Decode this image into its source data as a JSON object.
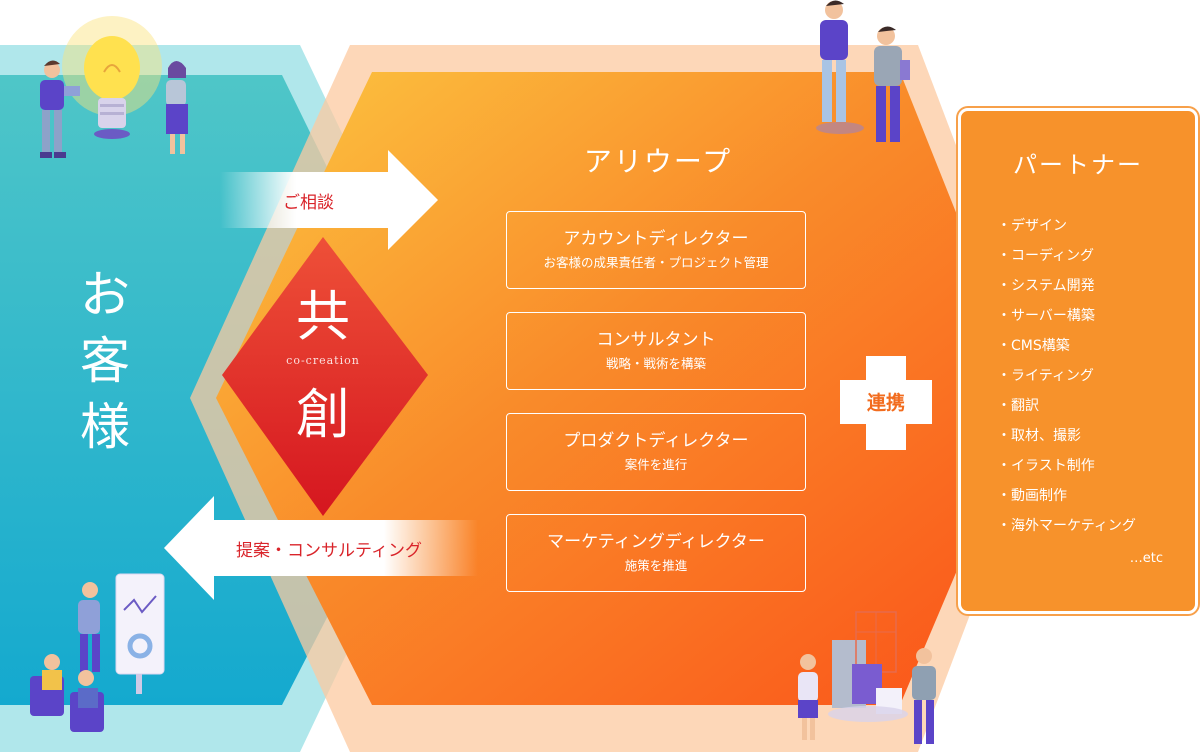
{
  "customer": {
    "label": "お客様"
  },
  "arrows": {
    "consult": "ご相談",
    "proposal": "提案・コンサルティング"
  },
  "cocreation": {
    "char1": "共",
    "char2": "創",
    "english": "co-creation"
  },
  "company": {
    "name": "アリウープ",
    "roles": [
      {
        "title": "アカウントディレクター",
        "desc": "お客様の成果責任者・プロジェクト管理"
      },
      {
        "title": "コンサルタント",
        "desc": "戦略・戦術を構築"
      },
      {
        "title": "プロダクトディレクター",
        "desc": "案件を進行"
      },
      {
        "title": "マーケティングディレクター",
        "desc": "施策を推進"
      }
    ]
  },
  "link": {
    "label": "連携"
  },
  "partner": {
    "title": "パートナー",
    "items": [
      "・デザイン",
      "・コーディング",
      "・システム開発",
      "・サーバー構築",
      "・CMS構築",
      "・ライティング",
      "・翻訳",
      "・取材、撮影",
      "・イラスト制作",
      "・動画制作",
      "・海外マーケティング"
    ],
    "etc": "…etc"
  },
  "colors": {
    "customer_teal": "#2bb3c9",
    "company_orange": "#f7731f",
    "cocreation_red": "#e02a2a",
    "partner_orange": "#f7922b"
  }
}
